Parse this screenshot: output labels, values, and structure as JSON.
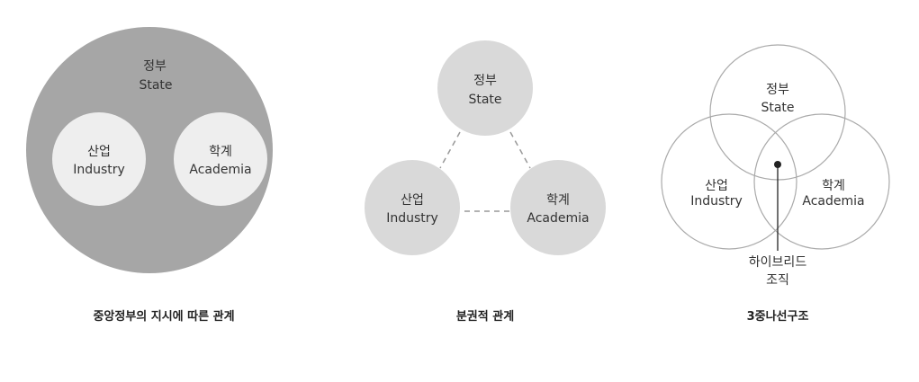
{
  "diagram1": {
    "state": {
      "ko": "정부",
      "en": "State"
    },
    "industry": {
      "ko": "산업",
      "en": "Industry"
    },
    "academia": {
      "ko": "학계",
      "en": "Academia"
    },
    "caption": "중앙정부의 지시에 따른 관계"
  },
  "diagram2": {
    "state": {
      "ko": "정부",
      "en": "State"
    },
    "industry": {
      "ko": "산업",
      "en": "Industry"
    },
    "academia": {
      "ko": "학계",
      "en": "Academia"
    },
    "caption": "분권적 관계"
  },
  "diagram3": {
    "state": {
      "ko": "정부",
      "en": "State"
    },
    "industry": {
      "ko": "산업",
      "en": "Industry"
    },
    "academia": {
      "ko": "학계",
      "en": "Academia"
    },
    "hybrid_line1": "하이브리드",
    "hybrid_line2": "조직",
    "caption": "3중나선구조"
  },
  "colors": {
    "big_circle": "#a6a6a6",
    "inner_circle": "#eeeeee",
    "node_circle": "#d9d9d9",
    "outline": "#aaaaaa",
    "dash": "#999999",
    "dot": "#222222"
  }
}
